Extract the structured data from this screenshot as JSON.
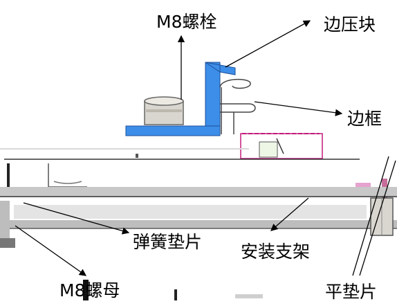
{
  "labels": {
    "bolt": "M8螺栓",
    "clamp": "边压块",
    "frame": "边框",
    "spring_washer": "弹簧垫片",
    "bracket": "安装支架",
    "nut": "M8螺母",
    "flat_washer": "平垫片"
  },
  "colors": {
    "clamp_blue": "#3d8ee8",
    "frame_magenta": "#c2187a",
    "line": "#000000",
    "gray_rail": "#c8c8c8",
    "cap_gray": "#d9d6cf"
  }
}
